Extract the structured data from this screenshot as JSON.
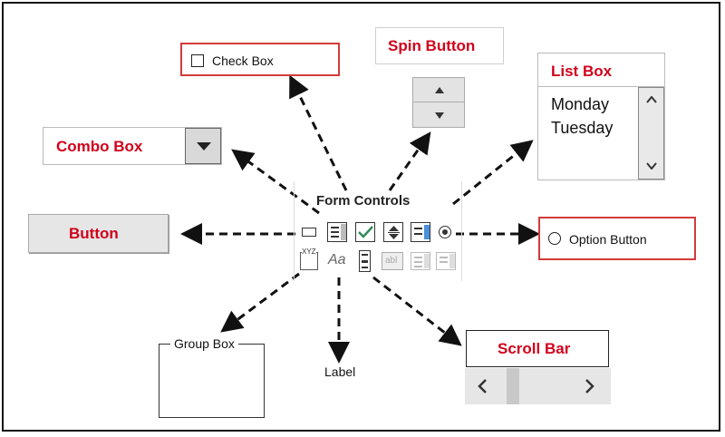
{
  "title": "Form Controls",
  "controls": {
    "check_box": "Check Box",
    "spin_button": "Spin Button",
    "list_box": "List Box",
    "list_items": [
      "Monday",
      "Tuesday"
    ],
    "combo_box": "Combo Box",
    "button": "Button",
    "option_button": "Option Button",
    "group_box": "Group Box",
    "label": "Label",
    "scroll_bar": "Scroll Bar"
  },
  "colors": {
    "accent": "#d0021b",
    "gray": "#e6e6e6",
    "green_check": "#2e8b57"
  },
  "icons": {
    "row1": [
      "button-icon",
      "combo-box-icon",
      "check-box-icon",
      "spin-button-icon",
      "list-box-icon",
      "option-button-icon"
    ],
    "row2": [
      "group-box-icon",
      "label-icon",
      "scroll-bar-icon",
      "text-field-icon",
      "combo-list-icon",
      "combo-drop-icon"
    ],
    "label_icon_text": "Aa",
    "group_icon_text": "XYZ",
    "text_field_icon_text": "abl"
  }
}
